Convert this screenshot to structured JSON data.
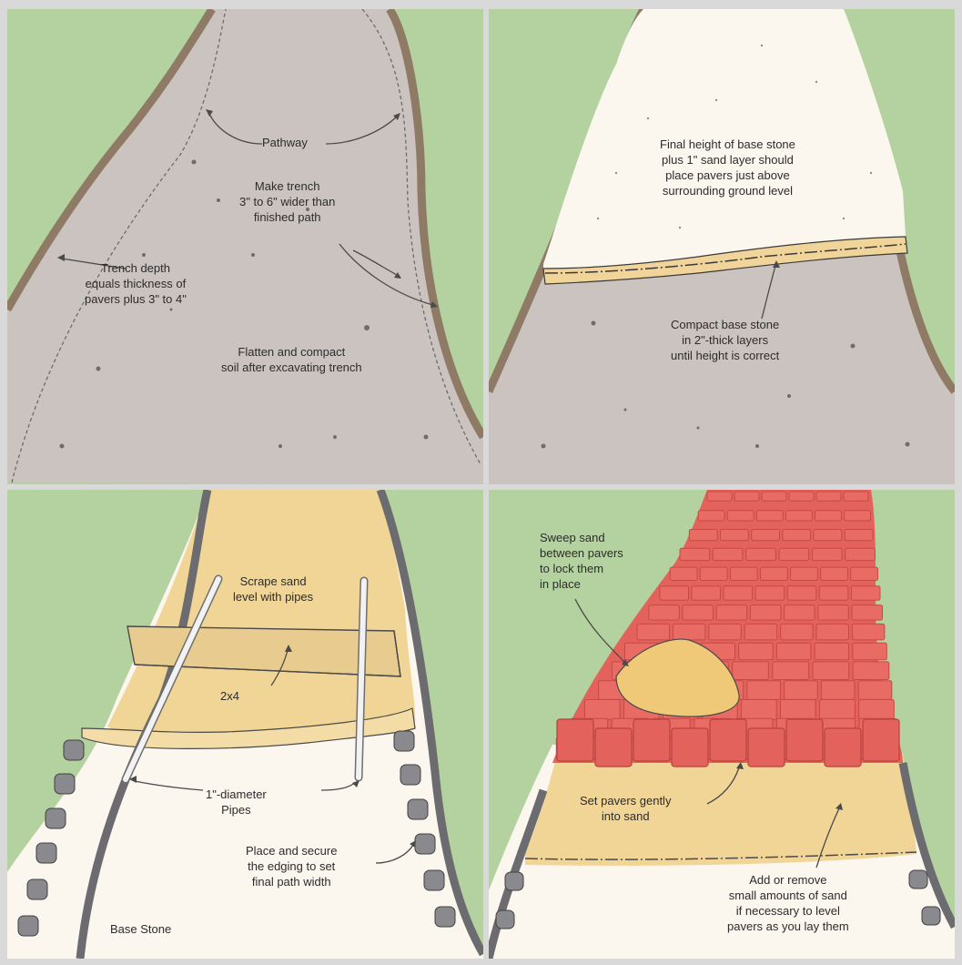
{
  "colors": {
    "background": "#d9d9d9",
    "grass": "#b4d29f",
    "soil": "#c9c1bd",
    "sand": "#f1d596",
    "base_stone": "#fbf6ee",
    "paver": "#e4625c",
    "edging": "#7d7d80",
    "pipe": "#f2f2f2"
  },
  "panels": {
    "excavate": {
      "pathway": "Pathway",
      "make_trench": "Make trench\n3\" to 6\" wider than\nfinished path",
      "trench_depth": "Trench depth\nequals thickness of\npavers plus 3\" to 4\"",
      "flatten": "Flatten and compact\nsoil after excavating trench"
    },
    "base": {
      "final_height": "Final height of base stone\nplus 1\" sand layer should\nplace pavers just above\nsurrounding ground level",
      "compact": "Compact base stone\nin 2\"-thick layers\nuntil height is correct"
    },
    "sand": {
      "scrape": "Scrape sand\nlevel with pipes",
      "board": "2x4",
      "pipes": "1\"-diameter\nPipes",
      "edging": "Place and secure\nthe edging to set\nfinal path width",
      "base_stone": "Base Stone"
    },
    "pavers": {
      "sweep": "Sweep sand\nbetween pavers\nto lock them\nin place",
      "set": "Set pavers gently\ninto sand",
      "add_remove": "Add or remove\nsmall amounts of sand\nif necessary to level\npavers as you lay them"
    }
  }
}
